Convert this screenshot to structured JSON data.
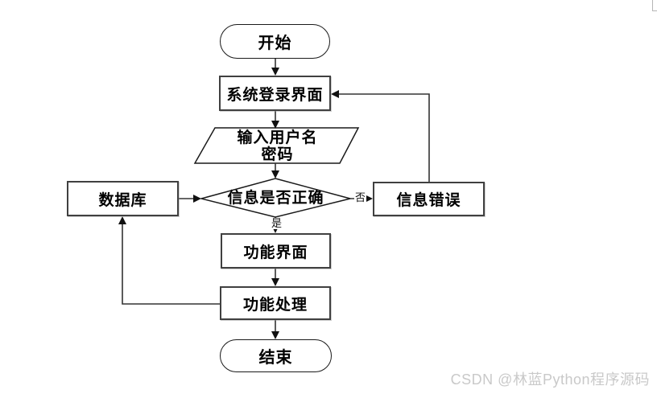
{
  "diagram": {
    "nodes": {
      "start": {
        "label": "开始"
      },
      "login": {
        "label": "系统登录界面"
      },
      "input": {
        "line1": "输入用户名",
        "line2": "密码"
      },
      "decision": {
        "label": "信息是否正确"
      },
      "database": {
        "label": "数据库"
      },
      "error": {
        "label": "信息错误"
      },
      "interface": {
        "label": "功能界面"
      },
      "process": {
        "label": "功能处理"
      },
      "end": {
        "label": "结束"
      }
    },
    "edge_labels": {
      "no": "否",
      "yes": "是"
    },
    "colors": {
      "connector_line": "#333333",
      "rect_border": "#404040",
      "shape_stroke": "#1a1a1a",
      "text": "#000000"
    }
  },
  "watermark": {
    "text": "CSDN @林蓝Python程序源码",
    "color": "#c9c9c9"
  }
}
